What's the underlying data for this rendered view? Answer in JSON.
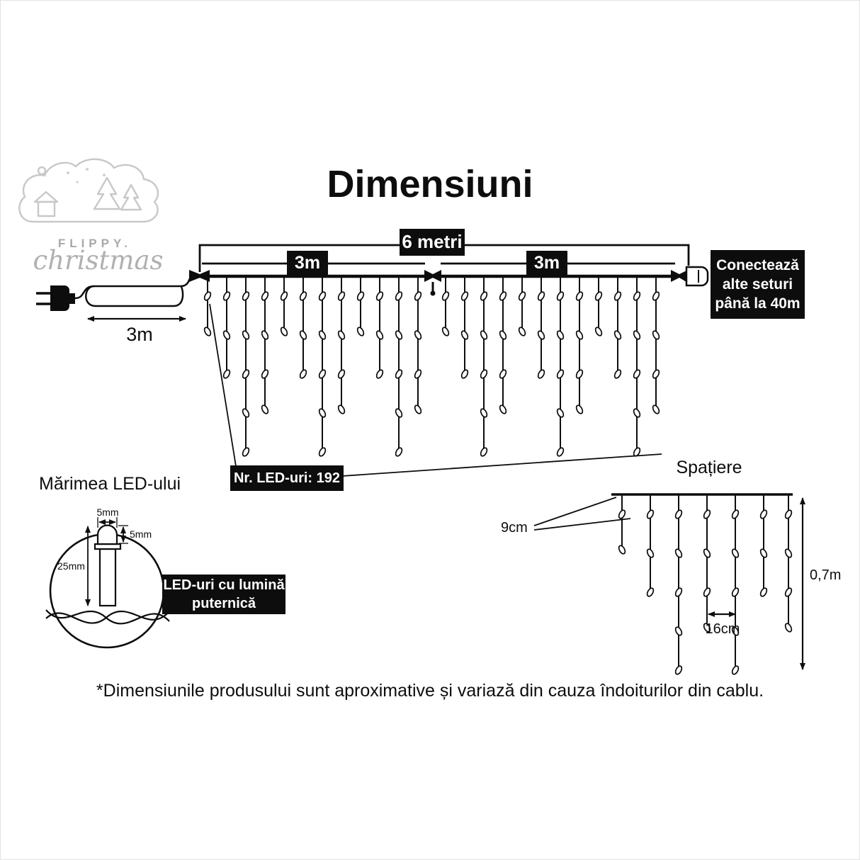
{
  "title": "Dimensiuni",
  "logo": {
    "brand": "FLIPPY.",
    "script": "christmas"
  },
  "main_diagram": {
    "total_length": "6 metri",
    "left_half_length": "3m",
    "right_half_length": "3m",
    "lead_cable_length": "3m",
    "extension_note": "Conectează\nalte seturi\npână la 40m",
    "led_count": "Nr. LED-uri: 192"
  },
  "led_detail": {
    "section_title": "Mărimea LED-ului",
    "bulb_width": "5mm",
    "bulb_cap_height": "5mm",
    "bulb_length": "25mm",
    "note": "LED-uri cu lumină\nputernică"
  },
  "spacing": {
    "section_title": "Spațiere",
    "led_gap": "9cm",
    "drop_gap": "16cm",
    "drop_length": "0,7m"
  },
  "footnote": "*Dimensiunile produsului sunt aproximative și variază din cauza îndoiturilor din cablu."
}
